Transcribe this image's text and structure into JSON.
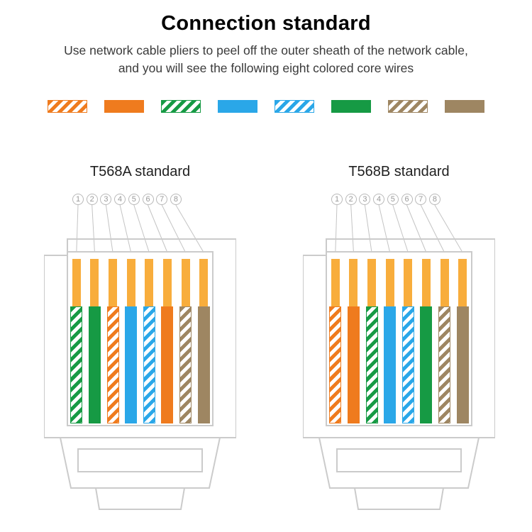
{
  "title": "Connection standard",
  "subtitle": {
    "line1": "Use network cable pliers to peel off the outer sheath of the network cable,",
    "line2": "and you will see the following eight colored core wires"
  },
  "colors": {
    "orange": "#EF7B1E",
    "green": "#169A44",
    "blue": "#2AA7E8",
    "brown": "#9E8662",
    "gold": "#F8AD3C",
    "outline": "#CBCBCB",
    "leader": "#C4C4C4"
  },
  "legend": [
    "orange-stripe",
    "orange",
    "green-stripe",
    "blue",
    "blue-stripe",
    "green",
    "brown-stripe",
    "brown"
  ],
  "pin_numbers": [
    "1",
    "2",
    "3",
    "4",
    "5",
    "6",
    "7",
    "8"
  ],
  "connectors": [
    {
      "id": "t568a",
      "title": "T568A standard",
      "wires": [
        "green-stripe",
        "green",
        "orange-stripe",
        "blue",
        "blue-stripe",
        "orange",
        "brown-stripe",
        "brown"
      ]
    },
    {
      "id": "t568b",
      "title": "T568B standard",
      "wires": [
        "orange-stripe",
        "orange",
        "green-stripe",
        "blue",
        "blue-stripe",
        "green",
        "brown-stripe",
        "brown"
      ]
    }
  ]
}
